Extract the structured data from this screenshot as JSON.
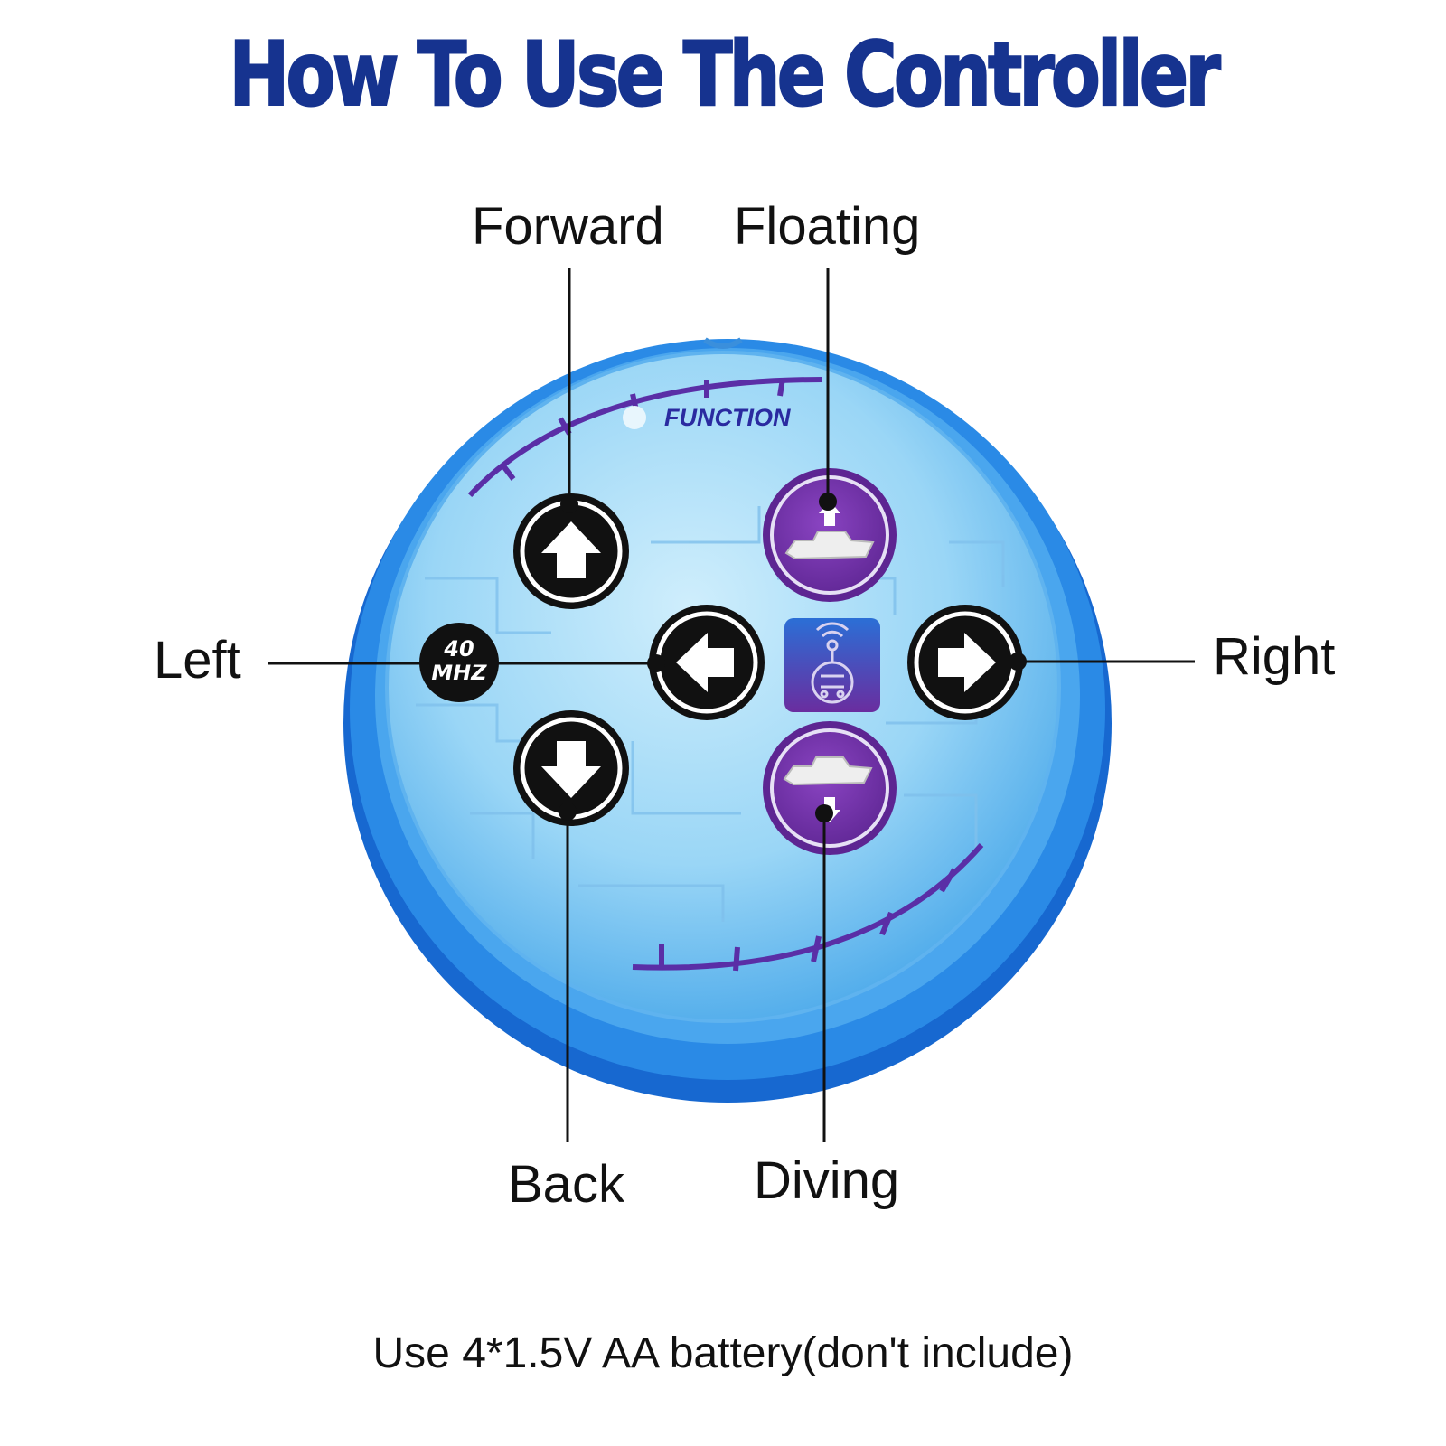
{
  "title": "How To Use The Controller",
  "device": {
    "function_label": "FUNCTION",
    "frequency_top": "40",
    "frequency_bottom": "MHZ"
  },
  "labels": {
    "forward": "Forward",
    "floating": "Floating",
    "left": "Left",
    "right": "Right",
    "back": "Back",
    "diving": "Diving"
  },
  "footnote": "Use 4*1.5V AA battery(don't include)",
  "colors": {
    "title": "#16338f",
    "shell": "#1e7fe0",
    "face": "#8fd0f4",
    "purple_button": "#6a2d9f",
    "arc": "#5a2ea6"
  }
}
